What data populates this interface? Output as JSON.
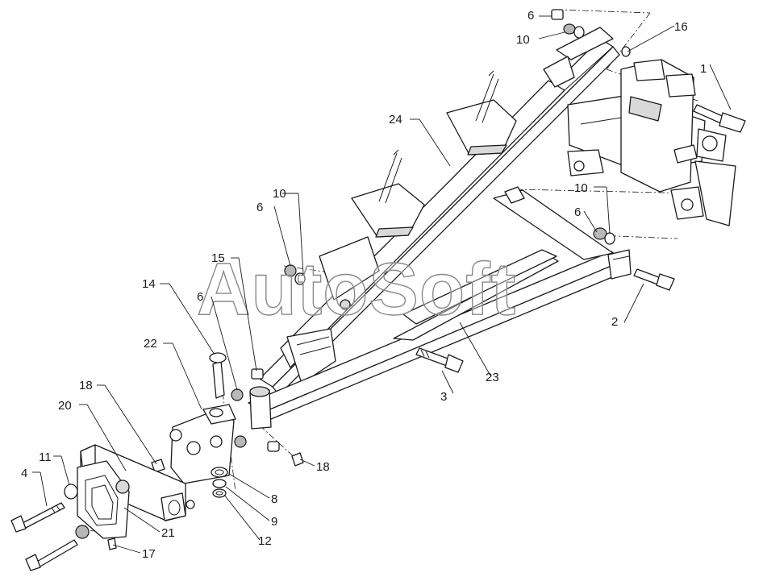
{
  "watermark": "AutoSoft",
  "labels": {
    "l1": "1",
    "l2": "2",
    "l3": "3",
    "l4": "4",
    "l6a": "6",
    "l6b": "6",
    "l6c": "6",
    "l6d": "6",
    "l8": "8",
    "l9": "9",
    "l10a": "10",
    "l10b": "10",
    "l10c": "10",
    "l11": "11",
    "l12": "12",
    "l14": "14",
    "l15": "15",
    "l16": "16",
    "l17": "17",
    "l18a": "18",
    "l18b": "18",
    "l20": "20",
    "l21": "21",
    "l22": "22",
    "l23": "23",
    "l24": "24"
  }
}
